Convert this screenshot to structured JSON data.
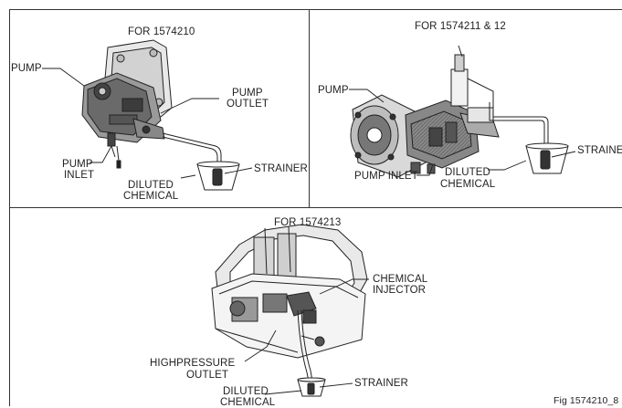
{
  "panels": {
    "top_left": {
      "title": "FOR 1574210",
      "labels": {
        "pump": "PUMP",
        "pump_outlet_1": "PUMP",
        "pump_outlet_2": "OUTLET",
        "pump_inlet_1": "PUMP",
        "pump_inlet_2": "INLET",
        "diluted_1": "DILUTED",
        "diluted_2": "CHEMICAL",
        "strainer": "STRAINER"
      }
    },
    "top_right": {
      "title": "FOR 1574211 & 12",
      "labels": {
        "pump": "PUMP",
        "pump_inlet": "PUMP INLET",
        "diluted_1": "DILUTED",
        "diluted_2": "CHEMICAL",
        "strainer": "STRAINE"
      }
    },
    "bottom": {
      "title": "FOR 1574213",
      "labels": {
        "chem_inj_1": "CHEMICAL",
        "chem_inj_2": "INJECTOR",
        "hp_outlet_1": "HIGHPRESSURE",
        "hp_outlet_2": "OUTLET",
        "diluted_1": "DILUTED",
        "diluted_2": "CHEMICAL",
        "strainer": "STRAINER"
      }
    }
  },
  "figure_id": "Fig 1574210_8"
}
